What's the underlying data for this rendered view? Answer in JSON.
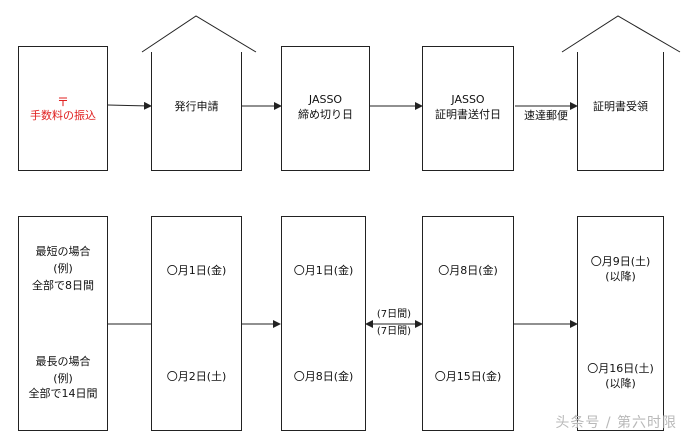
{
  "steps": [
    {
      "mark": "〒",
      "label": "手数料の振込"
    },
    {
      "label": "発行申請"
    },
    {
      "label": "JASSO",
      "label2": "締め切り日"
    },
    {
      "label": "JASSO",
      "label2": "証明書送付日"
    },
    {
      "label": "証明書受領"
    }
  ],
  "arrow_labels": {
    "mail": "速達郵便"
  },
  "cases": {
    "shortest": {
      "title": "最短の場合",
      "note": "(例)",
      "total": "全部で8日間"
    },
    "longest": {
      "title": "最長の場合",
      "note": "(例)",
      "total": "全部で14日間"
    }
  },
  "dates_short": [
    "〇月1日(金)",
    "〇月1日(金)",
    "〇月8日(金)",
    "〇月9日(土)",
    "(以降)"
  ],
  "dates_long": [
    "〇月2日(土)",
    "〇月8日(金)",
    "〇月15日(金)",
    "〇月16日(土)",
    "(以降)"
  ],
  "interval": [
    "(7日間)",
    "(7日間)"
  ],
  "watermark": "头条号 / 第六时限",
  "colors": {
    "accent_red": "#e02020",
    "line": "#222222"
  }
}
